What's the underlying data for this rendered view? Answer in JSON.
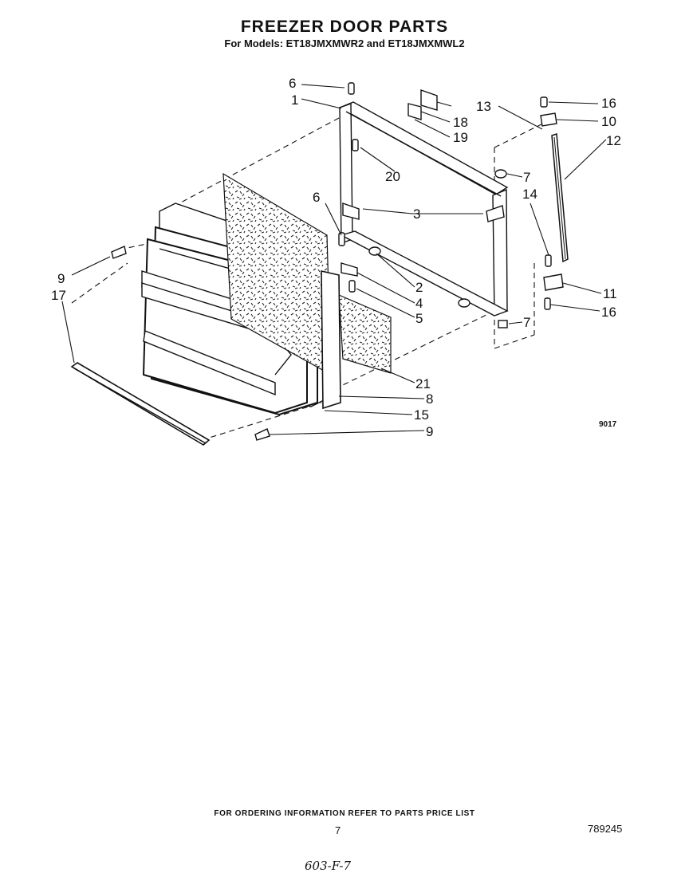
{
  "header": {
    "title": "FREEZER DOOR PARTS",
    "subtitle": "For Models: ET18JMXMWR2 and ET18JMXMWL2"
  },
  "callouts": {
    "c1": "1",
    "c2": "2",
    "c3": "3",
    "c4": "4",
    "c5": "5",
    "c6a": "6",
    "c6b": "6",
    "c7a": "7",
    "c7b": "7",
    "c8": "8",
    "c9a": "9",
    "c9b": "9",
    "c10": "10",
    "c11": "11",
    "c12": "12",
    "c13": "13",
    "c14": "14",
    "c15": "15",
    "c16a": "16",
    "c16b": "16",
    "c17": "17",
    "c18": "18",
    "c19": "19",
    "c20": "20",
    "c21": "21"
  },
  "figure_code": "9017",
  "footer": {
    "ordering_info": "FOR ORDERING INFORMATION REFER TO PARTS PRICE LIST",
    "page_number": "7",
    "document_number": "789245",
    "handwritten_note": "603-F-7"
  }
}
